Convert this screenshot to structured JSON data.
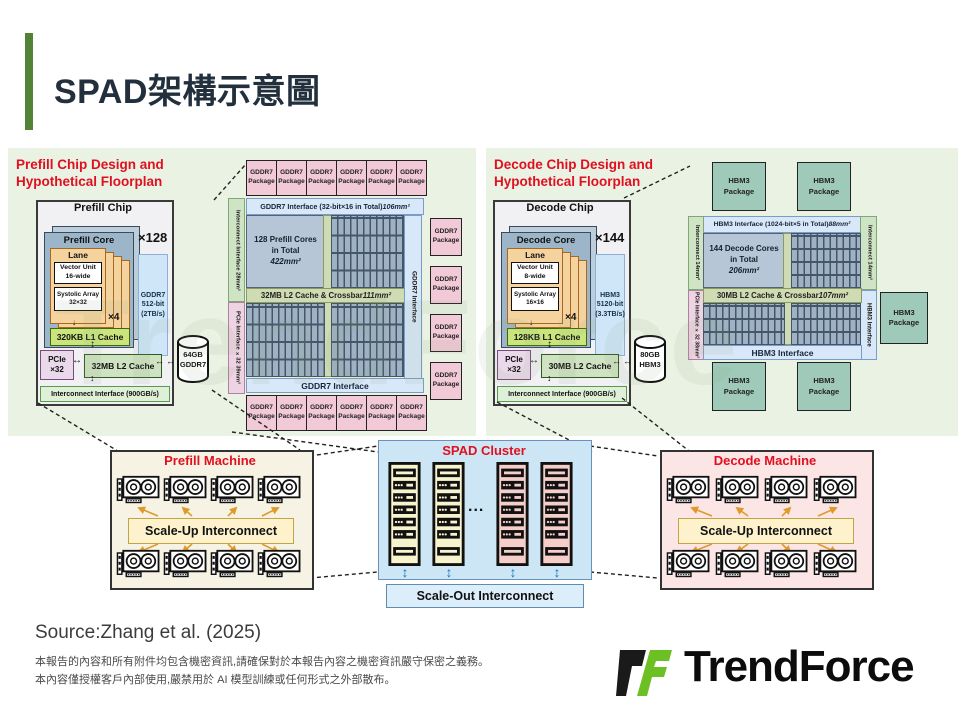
{
  "title": "SPAD架構示意圖",
  "watermark": "TrendForce",
  "colors": {
    "panel_green": "#e9f2e3",
    "heading_red": "#e01020",
    "title_bar_green": "#538135",
    "brand_green": "#6cc024",
    "gddr7_pkg_pink": "#f2c9d6",
    "hbm3_pkg_teal": "#9fcab9"
  },
  "prefill": {
    "heading": "Prefill Chip Design and\nHypothetical Floorplan",
    "chip": {
      "name": "Prefill Chip",
      "core_name": "Prefill Core",
      "core_count": "×128",
      "lane": "Lane",
      "vector_unit": "Vector Unit\n16-wide",
      "systolic_array": "Systolic Array\n32×32",
      "lane_count": "×4",
      "l1": "320KB L1 Cache",
      "pcie": "PCIe\n×32",
      "l2": "32MB L2 Cache",
      "membus": "GDDR7\n512-bit\n(2TB/s)",
      "dram": "64GB\nGDDR7",
      "interconnect": "Interconnect Interface (900GB/s)"
    },
    "fp": {
      "package": "GDDR7\nPackage",
      "top_if": "GDDR7 Interface (32-bit×16 in Total) ",
      "top_area": "106mm²",
      "left_if": "Interconnect Interface 28mm²",
      "cores": "128 Prefill Cores\nin Total",
      "cores_area": "422mm²",
      "l2": "32MB L2 Cache & Crossbar ",
      "l2_area": "111mm²",
      "pcie": "PCIe Interface ×32 39mm²",
      "right_if": "GDDR7 Interface",
      "bottom_if": "GDDR7 Interface"
    }
  },
  "decode": {
    "heading": "Decode Chip Design and\nHypothetical Floorplan",
    "chip": {
      "name": "Decode Chip",
      "core_name": "Decode Core",
      "core_count": "×144",
      "lane": "Lane",
      "vector_unit": "Vector Unit\n8-wide",
      "systolic_array": "Systolic Array\n16×16",
      "lane_count": "×4",
      "l1": "128KB L1 Cache",
      "pcie": "PCIe\n×32",
      "l2": "30MB L2 Cache",
      "membus": "HBM3\n5120-bit\n(3.3TB/s)",
      "dram": "80GB\nHBM3",
      "interconnect": "Interconnect Interface (900GB/s)"
    },
    "fp": {
      "package": "HBM3\nPackage",
      "top_if": "HBM3 Interface (1024-bit×5 in Total) ",
      "top_area": "88mm²",
      "ic_side": "Interconnect 14mm²",
      "cores": "144 Decode Cores\nin Total",
      "cores_area": "206mm²",
      "l2": "30MB L2 Cache & Crossbar ",
      "l2_area": "107mm²",
      "pcie": "PCIe Interface ×32 38mm²",
      "right_if": "HBM3 Interface",
      "bottom_if": "HBM3 Interface"
    }
  },
  "machines": {
    "prefill_label": "Prefill Machine",
    "decode_label": "Decode Machine",
    "cluster_label": "SPAD Cluster",
    "scale_up": "Scale-Up Interconnect",
    "scale_out": "Scale-Out Interconnect",
    "ellipsis": "..."
  },
  "footer": {
    "source": "Source:Zhang et al. (2025)",
    "line1": "本報告的內容和所有附件均包含機密資訊,請確保對於本報告內容之機密資訊嚴守保密之義務。",
    "line2": "本內容僅授權客戶內部使用,嚴禁用於 AI 模型訓練或任何形式之外部散布。",
    "brand": "TrendForce"
  }
}
